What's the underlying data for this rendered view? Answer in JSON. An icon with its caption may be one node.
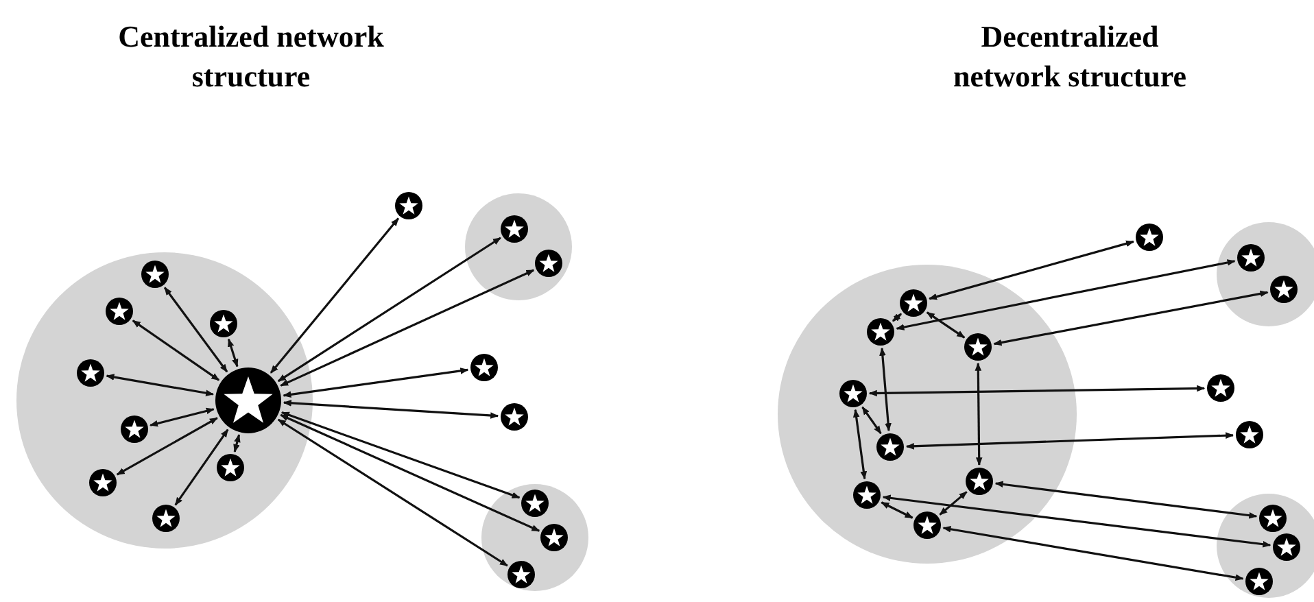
{
  "diagram": {
    "nodes": [
      {
        "text": [],
        "shape": "circle"
      },
      {
        "text": [],
        "shape": "circle",
        "in": 0
      },
      {
        "text": [],
        "shape": "circle",
        "in": 0
      },
      {
        "text": [],
        "shape": "circle",
        "in": 0
      },
      {
        "text": [],
        "shape": "circle",
        "in": 0
      },
      {
        "text": [],
        "shape": "circle",
        "in": 0
      },
      {
        "text": [],
        "shape": "circle",
        "in": 0
      },
      {
        "text": [],
        "shape": "circle",
        "in": 0
      },
      {
        "text": [],
        "shape": "circle",
        "in": 0
      },
      {
        "text": [],
        "shape": "circle",
        "in": 0
      },
      {
        "text": [],
        "shape": "circle"
      },
      {
        "text": [],
        "shape": "circle"
      },
      {
        "text": [],
        "shape": "circle",
        "in": 11
      },
      {
        "text": [],
        "shape": "circle",
        "in": 11
      },
      {
        "text": [],
        "shape": "circle"
      },
      {
        "text": [],
        "shape": "circle"
      },
      {
        "text": [],
        "shape": "circle"
      },
      {
        "text": [],
        "shape": "circle",
        "in": 16
      },
      {
        "text": [],
        "shape": "circle",
        "in": 16
      },
      {
        "text": [],
        "shape": "circle",
        "in": 16
      },
      {
        "text": [],
        "shape": "circle"
      },
      {
        "text": [],
        "shape": "circle",
        "in": 20
      },
      {
        "text": [],
        "shape": "circle",
        "in": 20
      },
      {
        "text": [],
        "shape": "circle",
        "in": 20
      },
      {
        "text": [],
        "shape": "circle",
        "in": 20
      },
      {
        "text": [],
        "shape": "circle",
        "in": 20
      },
      {
        "text": [],
        "shape": "circle",
        "in": 20
      },
      {
        "text": [],
        "shape": "circle",
        "in": 20
      },
      {
        "text": [],
        "shape": "circle",
        "in": 20
      },
      {
        "text": [],
        "shape": "circle"
      },
      {
        "text": [],
        "shape": "circle"
      },
      {
        "text": [],
        "shape": "circle",
        "in": 30
      },
      {
        "text": [],
        "shape": "circle",
        "in": 30
      },
      {
        "text": [],
        "shape": "circle"
      },
      {
        "text": [],
        "shape": "circle"
      },
      {
        "text": [],
        "shape": "circle"
      },
      {
        "text": [],
        "shape": "circle",
        "in": 35
      },
      {
        "text": [],
        "shape": "circle",
        "in": 35
      },
      {
        "text": [],
        "shape": "circle",
        "in": 35
      }
    ],
    "edges": [
      {
        "from": 1,
        "to": 2,
        "arrow": "both"
      },
      {
        "from": 1,
        "to": 3,
        "arrow": "both"
      },
      {
        "from": 1,
        "to": 4,
        "arrow": "both"
      },
      {
        "from": 1,
        "to": 5,
        "arrow": "both"
      },
      {
        "from": 1,
        "to": 6,
        "arrow": "both"
      },
      {
        "from": 1,
        "to": 7,
        "arrow": "both"
      },
      {
        "from": 1,
        "to": 8,
        "arrow": "both"
      },
      {
        "from": 1,
        "to": 9,
        "arrow": "both"
      },
      {
        "from": 1,
        "to": 10,
        "arrow": "both"
      },
      {
        "from": 1,
        "to": 12,
        "arrow": "both"
      },
      {
        "from": 1,
        "to": 13,
        "arrow": "both"
      },
      {
        "from": 1,
        "to": 14,
        "arrow": "both"
      },
      {
        "from": 1,
        "to": 15,
        "arrow": "both"
      },
      {
        "from": 1,
        "to": 17,
        "arrow": "both"
      },
      {
        "from": 1,
        "to": 18,
        "arrow": "both"
      },
      {
        "from": 1,
        "to": 19,
        "arrow": "both"
      },
      {
        "from": 21,
        "to": 22,
        "arrow": "both"
      },
      {
        "from": 21,
        "to": 23,
        "arrow": "both"
      },
      {
        "from": 22,
        "to": 25,
        "arrow": "both"
      },
      {
        "from": 24,
        "to": 25,
        "arrow": "both"
      },
      {
        "from": 24,
        "to": 27,
        "arrow": "both"
      },
      {
        "from": 23,
        "to": 26,
        "arrow": "both"
      },
      {
        "from": 27,
        "to": 28,
        "arrow": "both"
      },
      {
        "from": 26,
        "to": 28,
        "arrow": "both"
      },
      {
        "from": 21,
        "to": 29,
        "arrow": "both"
      },
      {
        "from": 22,
        "to": 31,
        "arrow": "both"
      },
      {
        "from": 23,
        "to": 32,
        "arrow": "both"
      },
      {
        "from": 24,
        "to": 33,
        "arrow": "both"
      },
      {
        "from": 25,
        "to": 34,
        "arrow": "both"
      },
      {
        "from": 26,
        "to": 36,
        "arrow": "both"
      },
      {
        "from": 27,
        "to": 37,
        "arrow": "both"
      },
      {
        "from": 28,
        "to": 38,
        "arrow": "both"
      }
    ],
    "labels": [
      "Centralized network structure",
      "Decentralized network structure"
    ]
  }
}
